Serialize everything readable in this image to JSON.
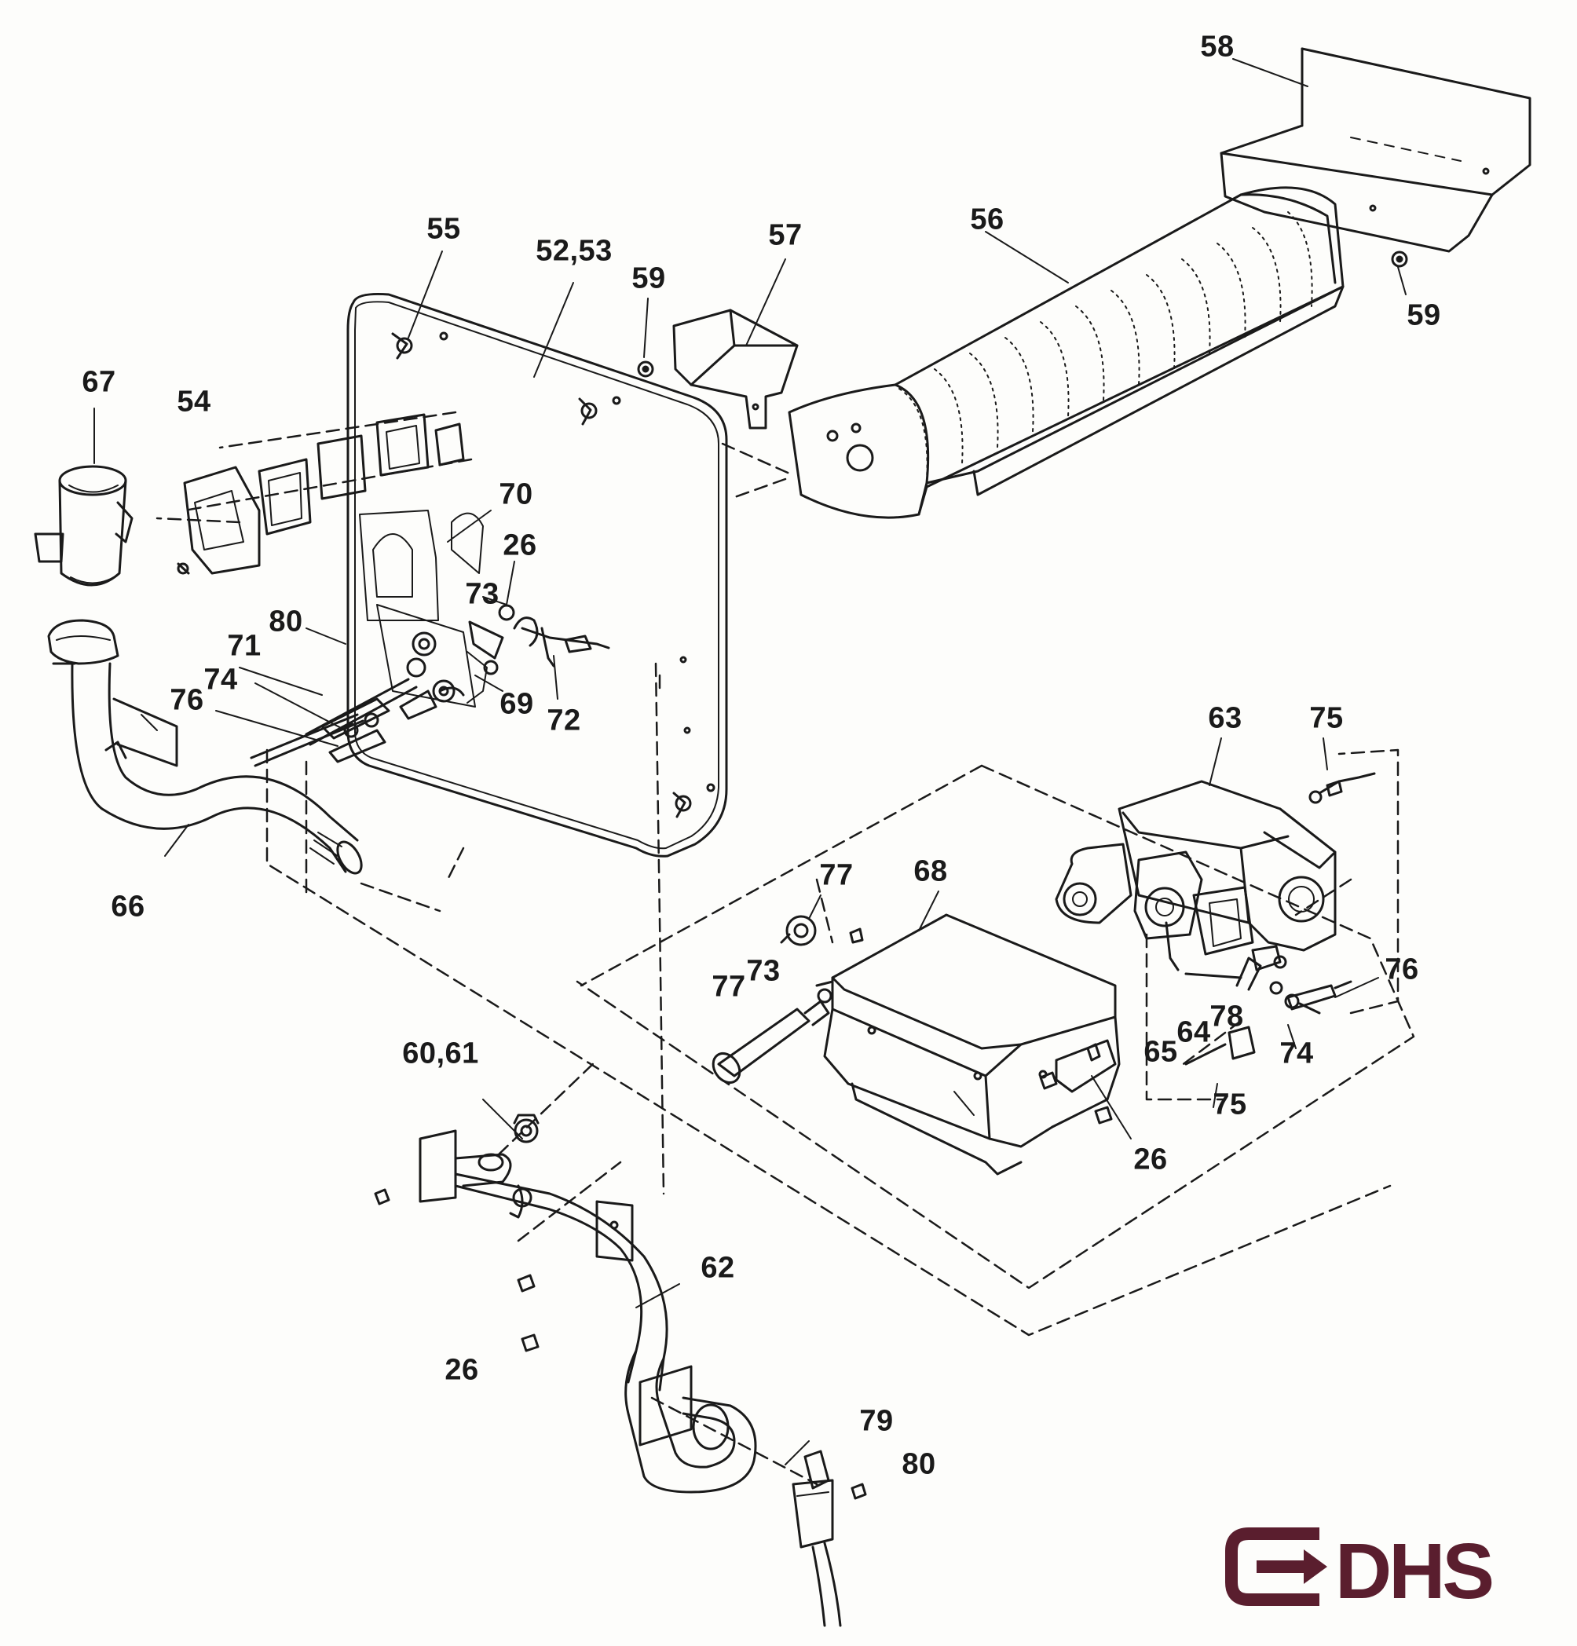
{
  "labels": {
    "l58": "58",
    "l56": "56",
    "l57": "57",
    "l55": "55",
    "l5253": "52,53",
    "l59a": "59",
    "l59b": "59",
    "l67": "67",
    "l54": "54",
    "l70": "70",
    "l26a": "26",
    "l73a": "73",
    "l80a": "80",
    "l71": "71",
    "l74a": "74",
    "l76a": "76",
    "l69": "69",
    "l72": "72",
    "l66": "66",
    "l63": "63",
    "l75a": "75",
    "l77a": "77",
    "l68": "68",
    "l77b": "77",
    "l73b": "73",
    "l76b": "76",
    "l78": "78",
    "l64": "64",
    "l65": "65",
    "l74b": "74",
    "l75b": "75",
    "l26b": "26",
    "l6061": "60,61",
    "l62": "62",
    "l26c": "26",
    "l79": "79",
    "l80b": "80"
  },
  "logo": {
    "text": "DHS",
    "color": "#5a1e2e"
  },
  "colors": {
    "ink": "#1a1a1a",
    "paper": "#fdfdfb"
  }
}
